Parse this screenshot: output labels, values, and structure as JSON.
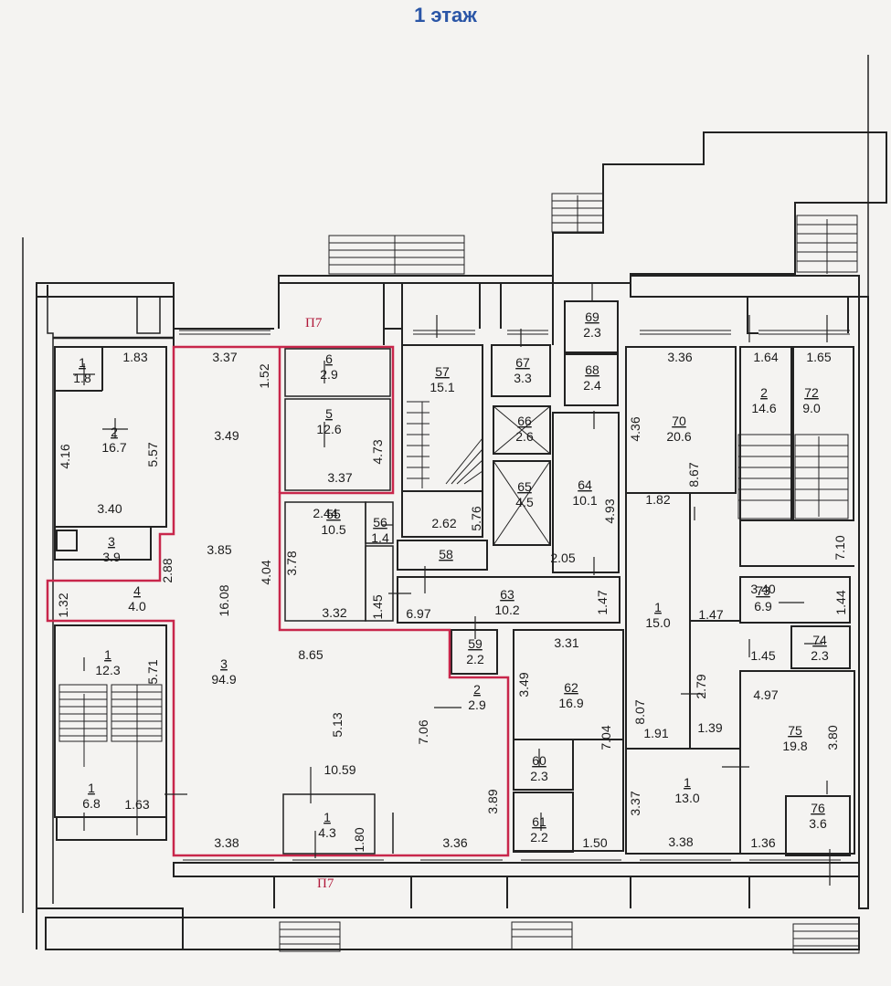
{
  "title": "1 этаж",
  "accent_color": "#c8264b",
  "markers": [
    "П7",
    "П7"
  ],
  "rooms": [
    {
      "num": "1",
      "area": "1.8"
    },
    {
      "num": "2",
      "area": "16.7"
    },
    {
      "num": "3",
      "area": "3.9"
    },
    {
      "num": "4",
      "area": "4.0"
    },
    {
      "num": "1",
      "area": "12.3"
    },
    {
      "num": "1",
      "area": "6.8"
    },
    {
      "num": "6",
      "area": "2.9"
    },
    {
      "num": "5",
      "area": "12.6"
    },
    {
      "num": "55",
      "area": "10.5"
    },
    {
      "num": "56",
      "area": "1.4"
    },
    {
      "num": "3",
      "area": "94.9"
    },
    {
      "num": "2",
      "area": "2.9"
    },
    {
      "num": "1",
      "area": "4.3"
    },
    {
      "num": "57",
      "area": "15.1"
    },
    {
      "num": "67",
      "area": "3.3"
    },
    {
      "num": "69",
      "area": "2.3"
    },
    {
      "num": "68",
      "area": "2.4"
    },
    {
      "num": "66",
      "area": "2.6"
    },
    {
      "num": "65",
      "area": "4.5"
    },
    {
      "num": "64",
      "area": "10.1"
    },
    {
      "num": "58",
      "area": ""
    },
    {
      "num": "63",
      "area": "10.2"
    },
    {
      "num": "59",
      "area": "2.2"
    },
    {
      "num": "62",
      "area": "16.9"
    },
    {
      "num": "60",
      "area": "2.3"
    },
    {
      "num": "61",
      "area": "2.2"
    },
    {
      "num": "70",
      "area": "20.6"
    },
    {
      "num": "1",
      "area": "15.0"
    },
    {
      "num": "1",
      "area": "13.0"
    },
    {
      "num": "2",
      "area": "14.6"
    },
    {
      "num": "72",
      "area": "9.0"
    },
    {
      "num": "73",
      "area": "6.9"
    },
    {
      "num": "74",
      "area": "2.3"
    },
    {
      "num": "75",
      "area": "19.8"
    },
    {
      "num": "76",
      "area": "3.6"
    }
  ],
  "dims": [
    "1.83",
    "4.16",
    "5.57",
    "3.40",
    "2.88",
    "1.32",
    "5.71",
    "1.63",
    "3.37",
    "1.52",
    "4.73",
    "3.37",
    "3.49",
    "2.44",
    "3.78",
    "3.32",
    "4.04",
    "1.45",
    "3.85",
    "16.08",
    "8.65",
    "5.13",
    "7.06",
    "3.89",
    "10.59",
    "3.38",
    "1.80",
    "3.36",
    "2.62",
    "5.76",
    "4.93",
    "2.05",
    "1.47",
    "6.97",
    "3.31",
    "3.49",
    "7.04",
    "1.50",
    "3.36",
    "4.36",
    "8.67",
    "1.82",
    "8.07",
    "1.91",
    "2.79",
    "1.47",
    "1.39",
    "3.37",
    "3.38",
    "1.64",
    "1.65",
    "7.10",
    "3.40",
    "1.44",
    "1.45",
    "4.97",
    "3.80",
    "1.36"
  ]
}
